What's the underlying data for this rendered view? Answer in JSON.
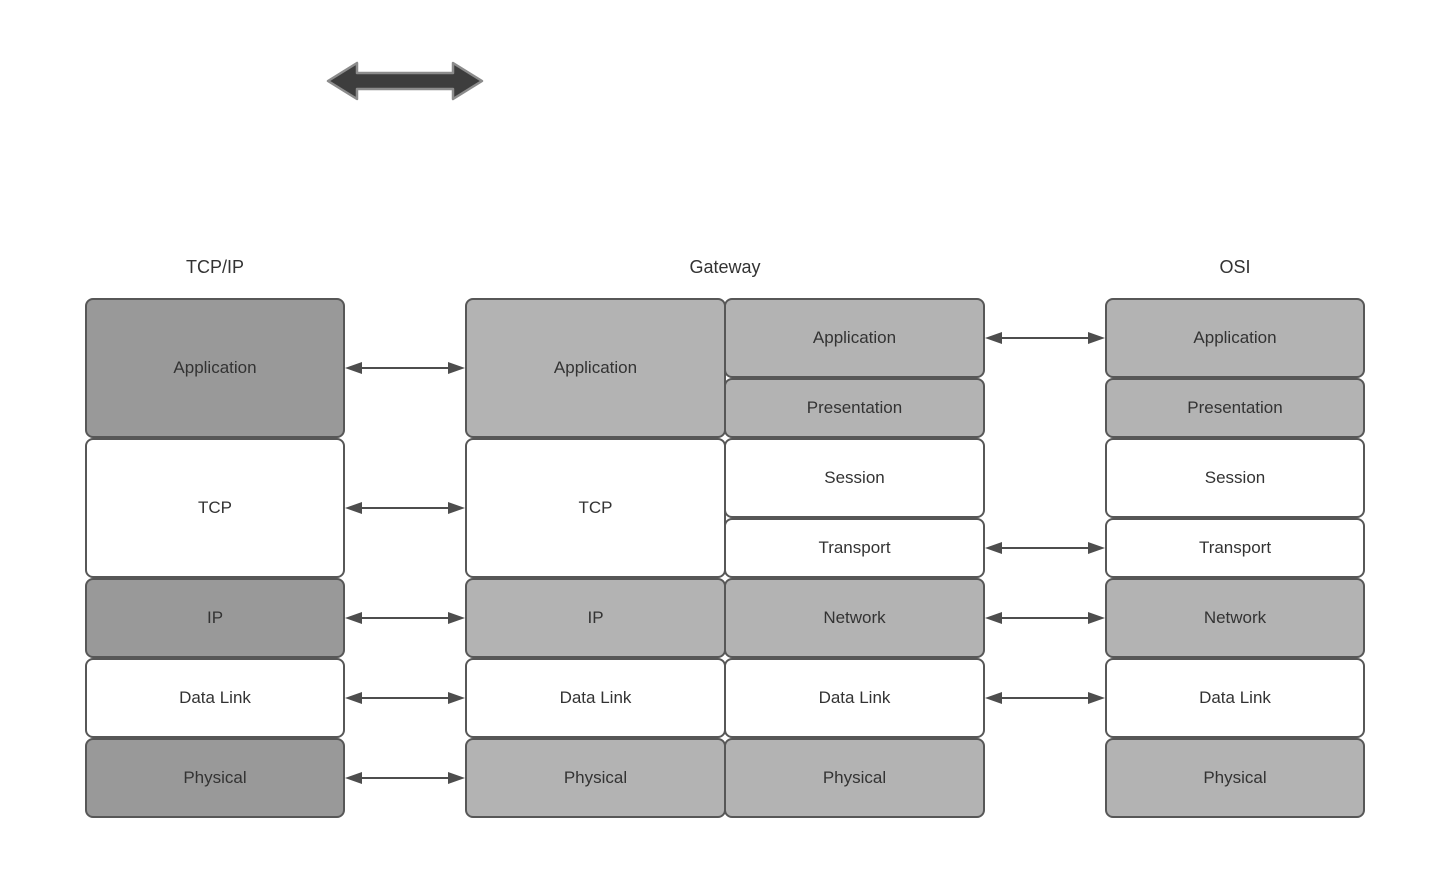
{
  "diagram_title": "",
  "decoration": {
    "thick_arrow_icon": "horizontal-double-headed-arrow"
  },
  "columns": {
    "tcpip": {
      "header": "TCP/IP",
      "layers": [
        {
          "label": "Application",
          "shade": "dark"
        },
        {
          "label": "TCP",
          "shade": "white"
        },
        {
          "label": "IP",
          "shade": "dark"
        },
        {
          "label": "Data Link",
          "shade": "white"
        },
        {
          "label": "Physical",
          "shade": "dark"
        }
      ]
    },
    "gateway": {
      "header": "Gateway",
      "left_layers": [
        {
          "label": "Application",
          "shade": "light"
        },
        {
          "label": "TCP",
          "shade": "white"
        },
        {
          "label": "IP",
          "shade": "light"
        },
        {
          "label": "Data Link",
          "shade": "white"
        },
        {
          "label": "Physical",
          "shade": "light"
        }
      ],
      "right_layers": [
        {
          "label": "Application",
          "shade": "light"
        },
        {
          "label": "Presentation",
          "shade": "light"
        },
        {
          "label": "Session",
          "shade": "white"
        },
        {
          "label": "Transport",
          "shade": "white"
        },
        {
          "label": "Network",
          "shade": "light"
        },
        {
          "label": "Data Link",
          "shade": "white"
        },
        {
          "label": "Physical",
          "shade": "light"
        }
      ]
    },
    "osi": {
      "header": "OSI",
      "layers": [
        {
          "label": "Application",
          "shade": "light"
        },
        {
          "label": "Presentation",
          "shade": "light"
        },
        {
          "label": "Session",
          "shade": "white"
        },
        {
          "label": "Transport",
          "shade": "white"
        },
        {
          "label": "Network",
          "shade": "light"
        },
        {
          "label": "Data Link",
          "shade": "white"
        },
        {
          "label": "Physical",
          "shade": "light"
        }
      ]
    }
  },
  "connections": {
    "tcpip_to_gateway": [
      "Application",
      "TCP",
      "IP",
      "Data Link",
      "Physical"
    ],
    "gateway_to_osi": [
      "Application",
      "Transport",
      "Network",
      "Data Link"
    ]
  },
  "colors": {
    "dark_gray_fill": "#999999",
    "light_gray_fill": "#b3b3b3",
    "white_fill": "#ffffff",
    "box_border": "#575757",
    "connector_arrow": "#4d4d4d",
    "thick_arrow_fill": "#3d3d3d",
    "thick_arrow_stroke": "#8c8c8c",
    "text": "#333333",
    "background": "#ffffff"
  }
}
